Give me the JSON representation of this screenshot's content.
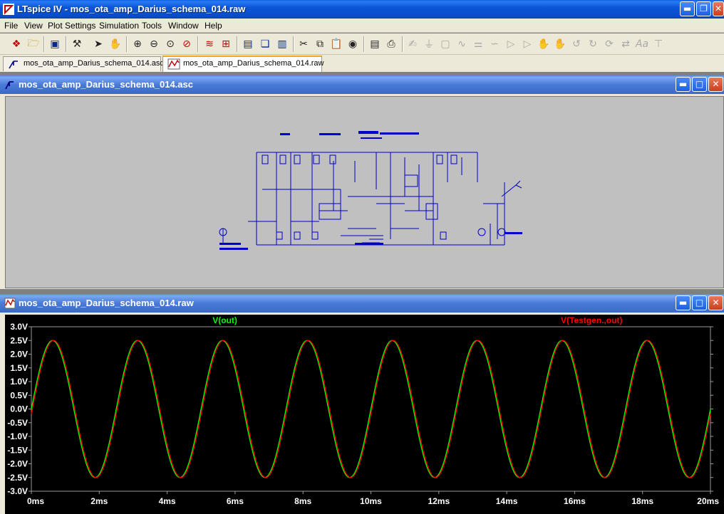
{
  "window": {
    "title": "LTspice IV - mos_ota_amp_Darius_schema_014.raw"
  },
  "menu": [
    "File",
    "View",
    "Plot Settings",
    "Simulation",
    "Tools",
    "Window",
    "Help"
  ],
  "toolbar": {
    "icons": [
      "open-schematic-icon",
      "open-file-icon",
      "save-icon",
      "control-panel-icon",
      "run-icon",
      "halt-icon",
      "zoom-in-icon",
      "zoom-out-icon",
      "zoom-fit-icon",
      "zoom-cancel-icon",
      "autorange-icon",
      "add-trace-icon",
      "tile-horizontal-icon",
      "cascade-icon",
      "tile-vertical-icon",
      "cut-icon",
      "copy-icon",
      "paste-icon",
      "find-icon",
      "print-preview-icon",
      "print-icon",
      "draw-wire-icon",
      "ground-icon",
      "label-icon",
      "resistor-icon",
      "capacitor-icon",
      "inductor-icon",
      "diode-icon",
      "component-icon",
      "move-icon",
      "drag-icon",
      "undo-icon",
      "redo-icon",
      "rotate-icon",
      "mirror-icon",
      "text-icon",
      "spice-directive-icon"
    ]
  },
  "tabs": [
    {
      "label": "mos_ota_amp_Darius_schema_014.asc",
      "active": false
    },
    {
      "label": "mos_ota_amp_Darius_schema_014.raw",
      "active": true
    }
  ],
  "schematic_window": {
    "title": "mos_ota_amp_Darius_schema_014.asc"
  },
  "plot_window": {
    "title": "mos_ota_amp_Darius_schema_014.raw"
  },
  "chart_data": {
    "type": "line",
    "series": [
      {
        "name": "V(out)",
        "color": "#00ff00",
        "amplitude": 2.5,
        "frequency_hz": 400,
        "phase_deg": 0
      },
      {
        "name": "V(Testgen.,out)",
        "color": "#ff0000",
        "amplitude": 2.5,
        "frequency_hz": 400,
        "phase_deg": -4
      }
    ],
    "xlim": [
      0,
      20
    ],
    "ylim": [
      -3.0,
      3.0
    ],
    "xticks": [
      "0ms",
      "2ms",
      "4ms",
      "6ms",
      "8ms",
      "10ms",
      "12ms",
      "14ms",
      "16ms",
      "18ms",
      "20ms"
    ],
    "yticks": [
      "3.0V",
      "2.5V",
      "2.0V",
      "1.5V",
      "1.0V",
      "0.5V",
      "0.0V",
      "-0.5V",
      "-1.0V",
      "-1.5V",
      "-2.0V",
      "-2.5V",
      "-3.0V"
    ],
    "grid": false,
    "legend": "top"
  }
}
